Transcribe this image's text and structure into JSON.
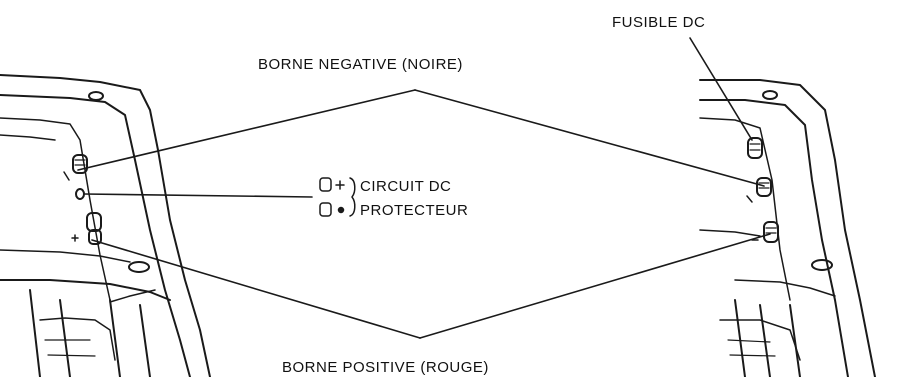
{
  "labels": {
    "fusible_dc": "FUSIBLE DC",
    "borne_negative": "BORNE NEGATIVE (NOIRE)",
    "circuit_dc": "CIRCUIT DC",
    "protecteur": "PROTECTEUR",
    "borne_positive": "BORNE POSITIVE (ROUGE)"
  }
}
